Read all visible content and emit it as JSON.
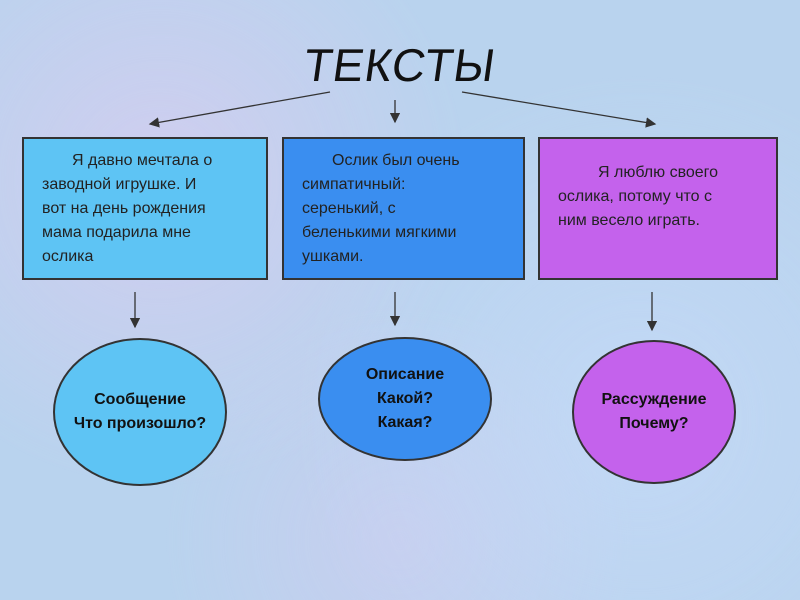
{
  "title": "ТЕКСТЫ",
  "boxes": [
    {
      "lines": [
        "Я давно мечтала о",
        "заводной игрушке. И",
        "вот на день рождения",
        "мама подарила мне",
        "ослика"
      ]
    },
    {
      "lines": [
        "Ослик был очень",
        "симпатичный:",
        "серенький, с",
        "беленькими мягкими",
        "ушками."
      ]
    },
    {
      "lines": [
        "Я люблю своего",
        "ослика, потому что с",
        "ним весело играть."
      ]
    }
  ],
  "types": [
    {
      "lines": [
        "Сообщение",
        "Что произошло?"
      ]
    },
    {
      "lines": [
        "Описание",
        "Какой?",
        "Какая?"
      ]
    },
    {
      "lines": [
        "Рассуждение",
        "Почему?"
      ]
    }
  ],
  "colors": {
    "narration": "#5ec4f4",
    "description": "#3a8ef0",
    "reasoning": "#c462ec"
  }
}
